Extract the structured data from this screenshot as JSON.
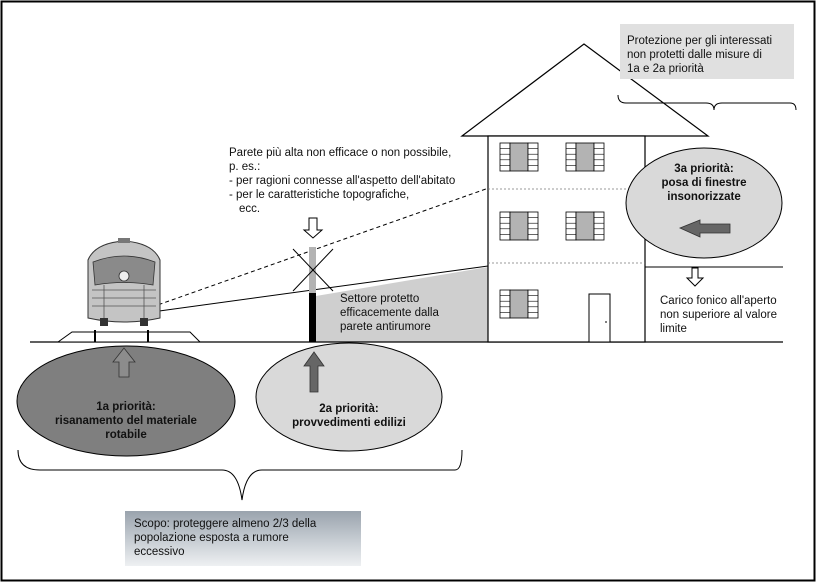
{
  "notes": {
    "parete_lines": [
      "Parete più alta non efficace o non possibile,",
      "p. es.:",
      "- per ragioni connesse all'aspetto dell'abitato",
      "- per le caratteristiche topografiche,",
      "  ecc."
    ],
    "settore_lines": [
      "Settore protetto",
      "efficacemente dalla",
      "parete antirumore"
    ],
    "carico_lines": [
      "Carico fonico all'aperto",
      "non superiore al valore",
      "limite"
    ],
    "protezione_lines": [
      "Protezione per gli interessati",
      "non protetti dalle misure di",
      "1a e 2a priorità"
    ],
    "scopo_lines": [
      "Scopo: proteggere almeno 2/3 della",
      "popolazione esposta a rumore",
      "eccessivo"
    ]
  },
  "priorities": {
    "p1_lines": [
      "1a priorità:",
      "risanamento del materiale",
      "rotabile"
    ],
    "p2_lines": [
      "2a priorità:",
      "provvedimenti edilizi"
    ],
    "p3_lines": [
      "3a priorità:",
      "posa di finestre",
      "insonorizzate"
    ]
  },
  "colors": {
    "p1_fill": "#7f7f7f",
    "p2_fill": "#d9d9d9",
    "p3_fill": "#d9d9d9",
    "protected_zone": "#cfcfcf",
    "arrow_dark": "#666666",
    "arrow_p1": "#8c8c8c"
  }
}
